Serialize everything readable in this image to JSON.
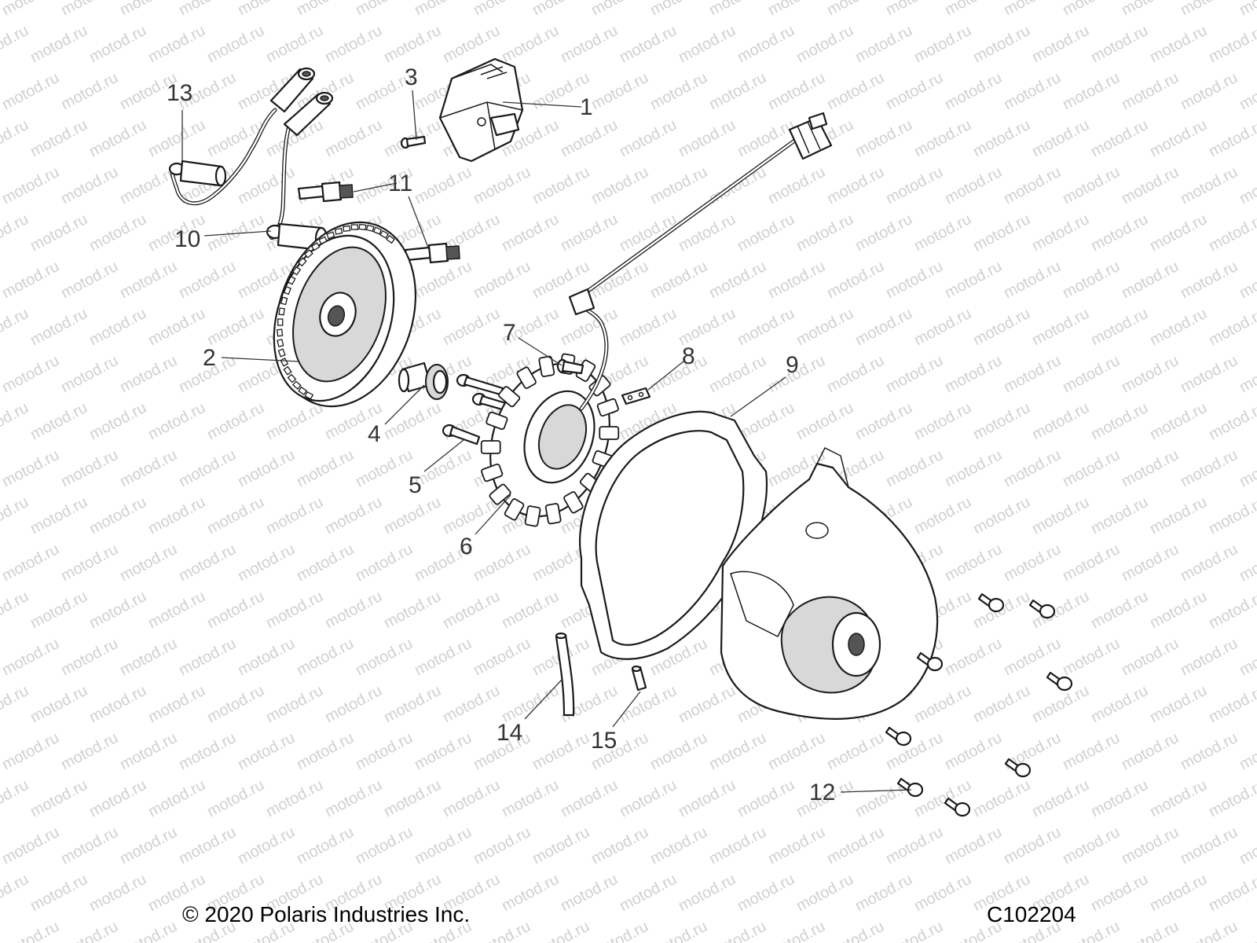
{
  "watermark": "motod.ru",
  "callouts": [
    {
      "id": "1",
      "label": "1"
    },
    {
      "id": "2",
      "label": "2"
    },
    {
      "id": "3",
      "label": "3"
    },
    {
      "id": "4",
      "label": "4"
    },
    {
      "id": "5",
      "label": "5"
    },
    {
      "id": "6",
      "label": "6"
    },
    {
      "id": "7",
      "label": "7"
    },
    {
      "id": "8",
      "label": "8"
    },
    {
      "id": "9",
      "label": "9"
    },
    {
      "id": "10",
      "label": "10"
    },
    {
      "id": "11",
      "label": "11"
    },
    {
      "id": "12",
      "label": "12"
    },
    {
      "id": "13",
      "label": "13"
    },
    {
      "id": "14",
      "label": "14"
    },
    {
      "id": "15",
      "label": "15"
    }
  ],
  "footer": {
    "copyright": "© 2020 Polaris Industries Inc.",
    "diagram_id": "C102204"
  }
}
